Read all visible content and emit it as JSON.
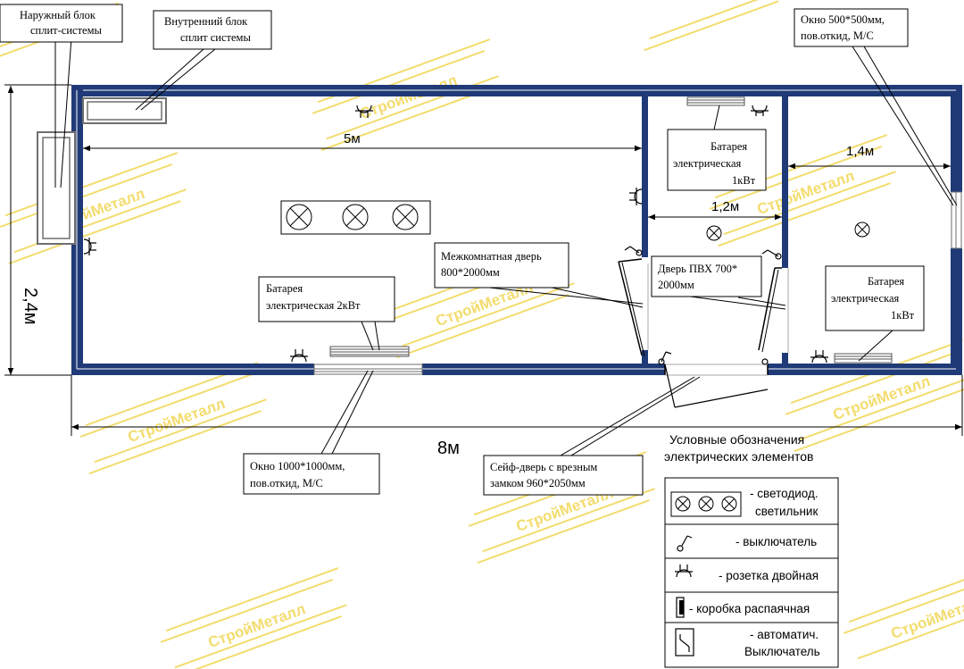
{
  "watermark": "СтройМеталл",
  "colors": {
    "wall": "#1f3a77",
    "line": "#000000",
    "watermark": "#f3dc6e",
    "window": "#6e6e6e"
  },
  "dimensions": {
    "width_total": "8м",
    "height_total": "2,4м",
    "room1_width": "5м",
    "room2_width": "1,2м",
    "room3_width": "1,4м"
  },
  "callouts": {
    "outdoor_unit": {
      "line1": "Наружный блок",
      "line2": "сплит-системы"
    },
    "indoor_unit": {
      "line1": "Внутренний блок",
      "line2": "сплит системы"
    },
    "window_small": {
      "line1": "Окно 500*500мм,",
      "line2": "пов.откид, М/С"
    },
    "battery_2kw": {
      "line1": "Батарея",
      "line2": "электрическая 2кВт"
    },
    "battery_room2": {
      "line1": "Батарея",
      "line2": "электрическая",
      "line3": "1кВт"
    },
    "battery_room3": {
      "line1": "Батарея",
      "line2": "электрическая",
      "line3": "1кВт"
    },
    "interior_door": {
      "line1": "Межкомнатная дверь",
      "line2": "800*2000мм"
    },
    "pvc_door": {
      "line1": "Дверь ПВХ 700*",
      "line2": "2000мм"
    },
    "window_large": {
      "line1": "Окно 1000*1000мм,",
      "line2": "пов.откид, М/С"
    },
    "safe_door": {
      "line1": "Сейф-дверь с врезным",
      "line2": "замком 960*2050мм"
    }
  },
  "legend": {
    "title_line1": "Условные обозначения",
    "title_line2": "электрических элементов",
    "items": [
      {
        "icon": "led-lamp-icon",
        "line1": "- светодиод.",
        "line2": "светильник"
      },
      {
        "icon": "switch-icon",
        "line1": "- выключатель"
      },
      {
        "icon": "double-socket-icon",
        "line1": "- розетка двойная"
      },
      {
        "icon": "junction-box-icon",
        "line1": "- коробка распаячная"
      },
      {
        "icon": "circuit-breaker-icon",
        "line1": "- автоматич.",
        "line2": "Выключатель"
      }
    ]
  }
}
